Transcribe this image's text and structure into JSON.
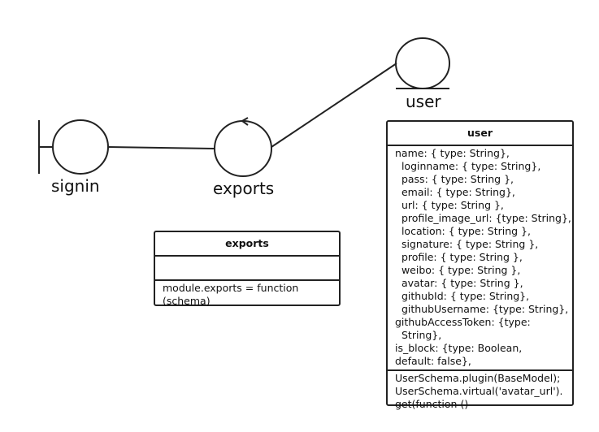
{
  "nodes": {
    "signin": {
      "label": "signin"
    },
    "exports": {
      "label": "exports"
    },
    "user": {
      "label": "user"
    }
  },
  "exports_class": {
    "title": "exports",
    "attributes": [],
    "operations": [
      "module.exports = function (schema)"
    ]
  },
  "user_class": {
    "title": "user",
    "attributes": [
      "name: { type: String},",
      "  loginname: { type: String},",
      "  pass: { type: String },",
      "  email: { type: String},",
      "  url: { type: String },",
      "  profile_image_url: {type: String},",
      "  location: { type: String },",
      "  signature: { type: String },",
      "  profile: { type: String },",
      "  weibo: { type: String },",
      "  avatar: { type: String },",
      "  githubId: { type: String},",
      "  githubUsername: {type: String},",
      "  githubAccessToken: {type: String},",
      "  is_block: {type: Boolean, default: false},"
    ],
    "operations": [
      "UserSchema.plugin(BaseModel);",
      "UserSchema.virtual('avatar_url').get(function ()"
    ]
  }
}
